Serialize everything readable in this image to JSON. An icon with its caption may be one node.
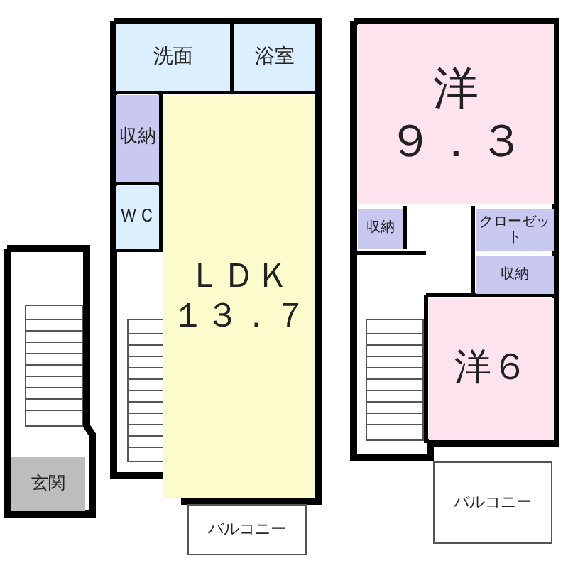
{
  "diagram": {
    "nodes": [
      {
        "text": [
          "洗面"
        ]
      },
      {
        "text": [
          "浴室"
        ]
      },
      {
        "text": [
          "収納"
        ]
      },
      {
        "text": [
          "ＬＤＫ",
          "１３．７"
        ]
      },
      {
        "text": [
          "ＷＣ"
        ]
      },
      {
        "text": [
          "玄関"
        ]
      },
      {
        "text": [
          "洋",
          "９．３"
        ]
      },
      {
        "text": [
          "収納"
        ]
      },
      {
        "text": [
          "クローゼット"
        ]
      },
      {
        "text": [
          "収納"
        ]
      },
      {
        "text": [
          "洋６"
        ]
      },
      {
        "text": [
          "バルコニー"
        ]
      },
      {
        "text": [
          "バルコニー"
        ]
      }
    ]
  }
}
